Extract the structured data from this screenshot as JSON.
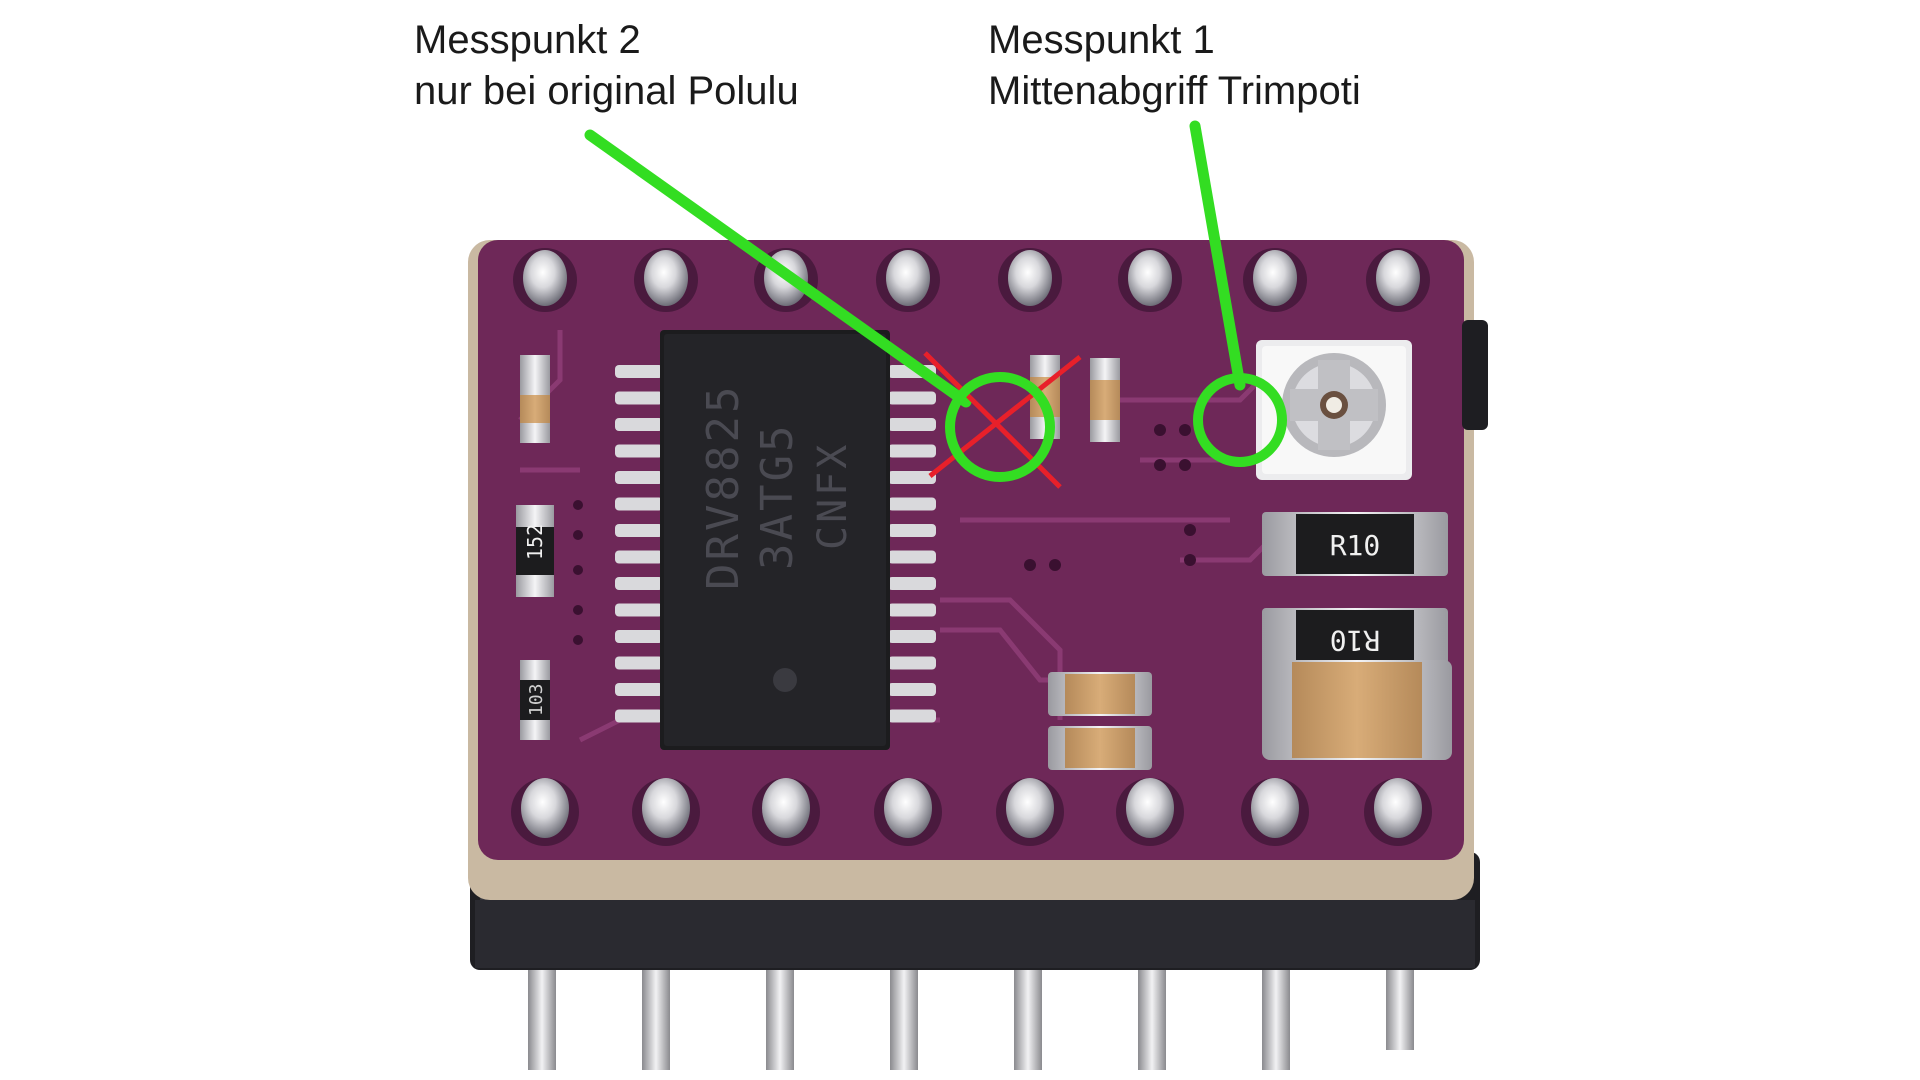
{
  "annotations": {
    "point_2": {
      "title": "Messpunkt 2",
      "subtitle": "nur bei original Polulu"
    },
    "point_1": {
      "title": "Messpunkt 1",
      "subtitle": "Mittenabgriff Trimpoti"
    }
  },
  "board": {
    "chip_lines": [
      "DRV8825",
      "3ATG5",
      "CNFX"
    ],
    "resistor_a": "R10",
    "resistor_b": "R10",
    "smd_152": "152",
    "smd_103": "103"
  },
  "colors": {
    "marker_green": "#33dd22",
    "cross_red": "#e8202a",
    "pcb_purple": "#6e2858",
    "pcb_edge": "#c9b9a2",
    "chip_black": "#1c1c1e",
    "header_black": "#1e1e22",
    "pin_silver": "#d9d9dc"
  },
  "icons": {
    "marker_circle": "green-ring-icon",
    "cross": "red-x-icon"
  }
}
